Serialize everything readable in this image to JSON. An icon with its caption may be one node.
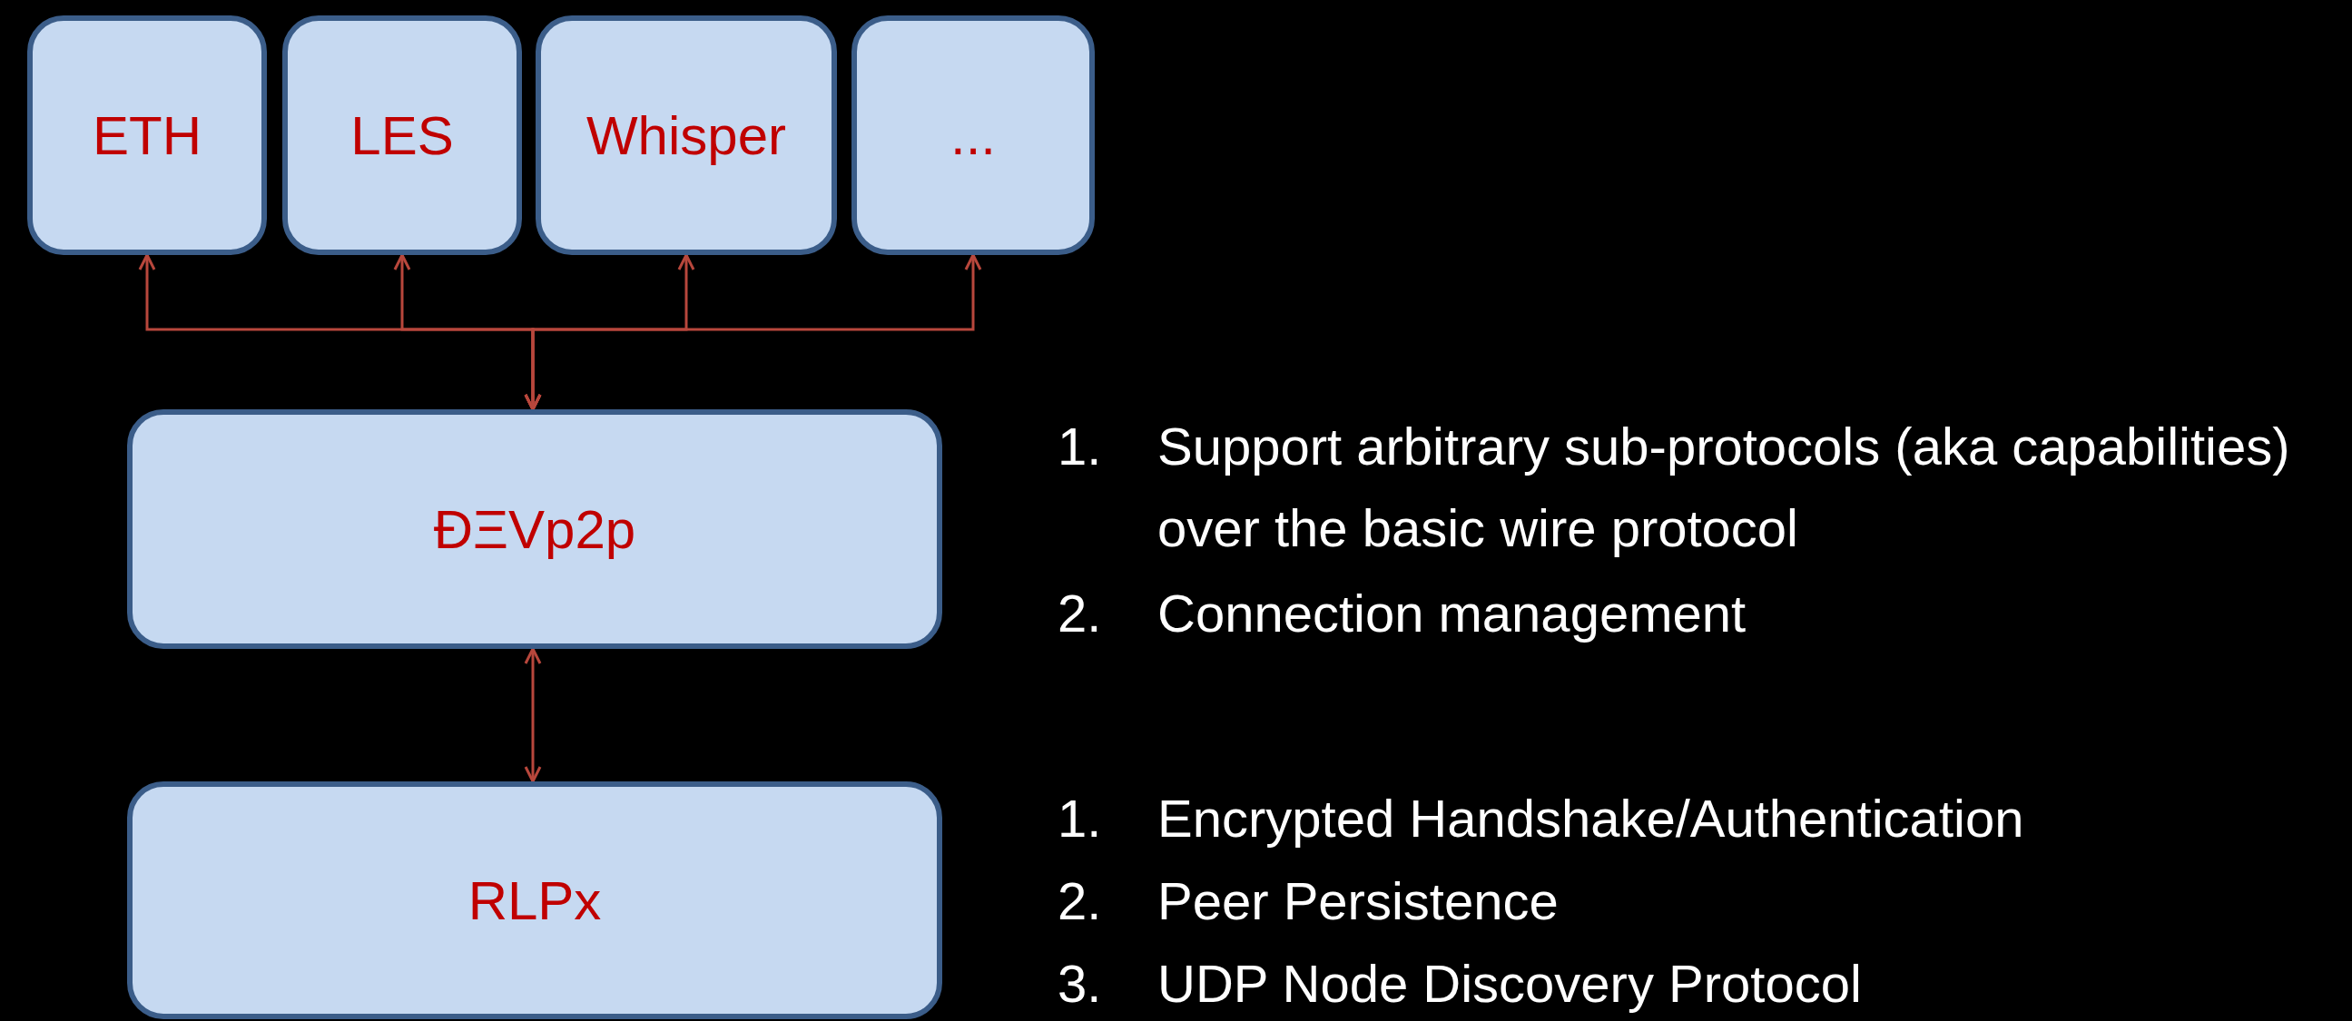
{
  "diagram": {
    "nodes": [
      {
        "text": [
          "ETH"
        ]
      },
      {
        "text": [
          "LES"
        ]
      },
      {
        "text": [
          "Whisper"
        ]
      },
      {
        "text": [
          "..."
        ]
      },
      {
        "text": [
          "ĐΞVp2p"
        ]
      },
      {
        "text": [
          "RLPx"
        ]
      }
    ],
    "edges": [
      {
        "from": 4,
        "to": 0,
        "arrow": "both"
      },
      {
        "from": 4,
        "to": 1,
        "arrow": "both"
      },
      {
        "from": 4,
        "to": 2,
        "arrow": "both"
      },
      {
        "from": 4,
        "to": 3,
        "arrow": "both"
      },
      {
        "from": 4,
        "to": 5,
        "arrow": "both"
      }
    ],
    "labels": [
      "1.",
      "Support arbitrary sub-protocols (aka capabilities) over the basic wire protocol",
      "2.",
      "Connection management",
      "1.",
      "Encrypted Handshake/Authentication",
      "2.",
      "Peer Persistence",
      "3.",
      "UDP Node Discovery Protocol"
    ]
  }
}
